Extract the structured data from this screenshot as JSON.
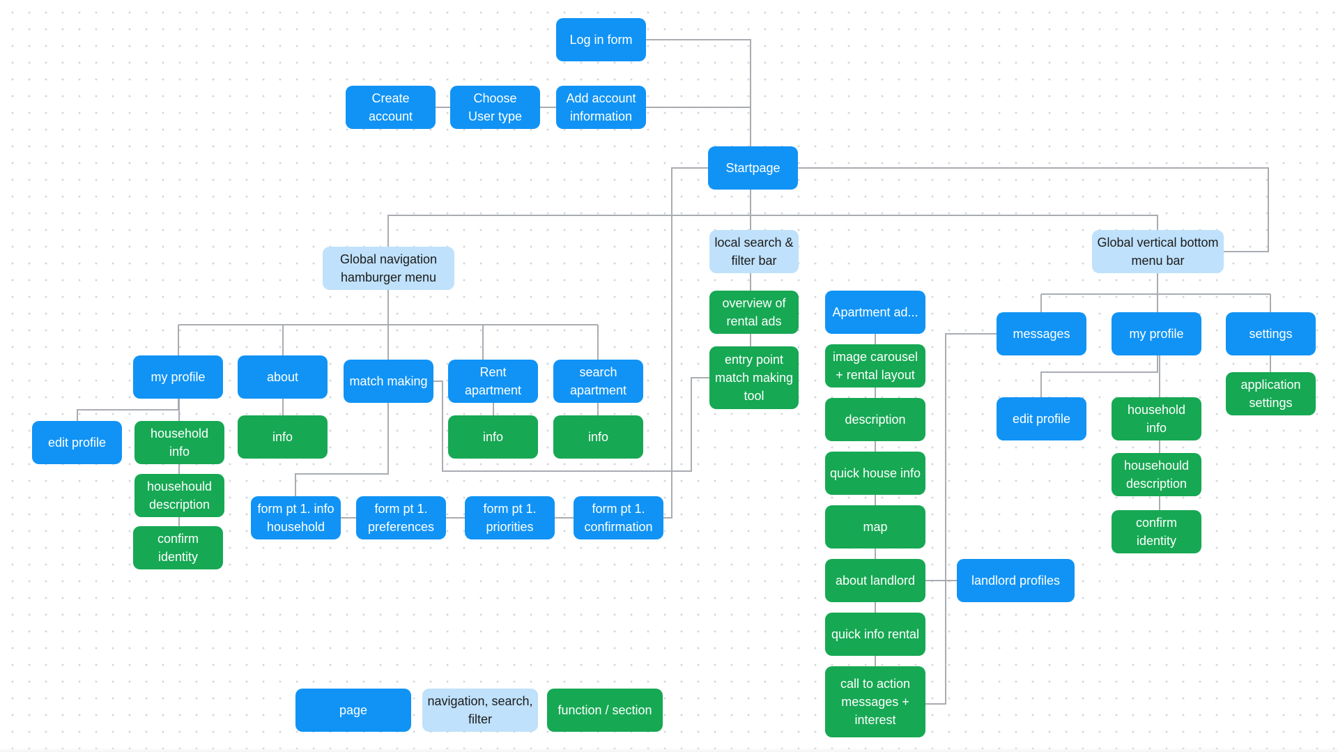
{
  "colors": {
    "page": "#1093f5",
    "nav": "#bfe1fb",
    "function": "#16a853",
    "connector": "#a8acb1"
  },
  "nodes": {
    "login": "Log in form",
    "create": "Create\naccount",
    "usertype": "Choose\nUser type",
    "addinfo": "Add account\ninformation",
    "start": "Startpage",
    "hamburger": "Global navigation\nhamburger menu",
    "search": "local search &\nfilter bar",
    "bottomnav": "Global vertical bottom\nmenu bar",
    "overview": "overview of\nrental ads",
    "entrypoint": "entry point\nmatch making\ntool",
    "aptad": "Apartment ad...",
    "carousel": "image carousel\n+ rental layout",
    "description": "description",
    "quickhouse": "quick house info",
    "map": "map",
    "aboutlandlord": "about landlord",
    "quickrental": "quick info rental",
    "cta": "call to action\nmessages +\ninterest",
    "landlordprofiles": "landlord profiles",
    "myprofile_l": "my profile",
    "about": "about",
    "matchmaking": "match making",
    "rent": "Rent\napartment",
    "searchapt": "search\napartment",
    "editprofile_l": "edit profile",
    "household_l": "household info",
    "householddesc_l": "househould\ndescription",
    "confirm_l": "confirm\nidentity",
    "about_info": "info",
    "rent_info": "info",
    "search_info": "info",
    "form1": "form pt 1. info\nhousehold",
    "form2": "form pt 1.\npreferences",
    "form3": "form pt 1.\npriorities",
    "form4": "form pt 1.\nconfirmation",
    "messages": "messages",
    "myprofile_r": "my profile",
    "settings": "settings",
    "editprofile_r": "edit profile",
    "household_r": "household info",
    "appsettings": "application\nsettings",
    "householddesc_r": "househould\ndescription",
    "confirm_r": "confirm\nidentity"
  },
  "legend": {
    "page": "page",
    "nav": "navigation, search,\nfilter",
    "function": "function / section"
  }
}
